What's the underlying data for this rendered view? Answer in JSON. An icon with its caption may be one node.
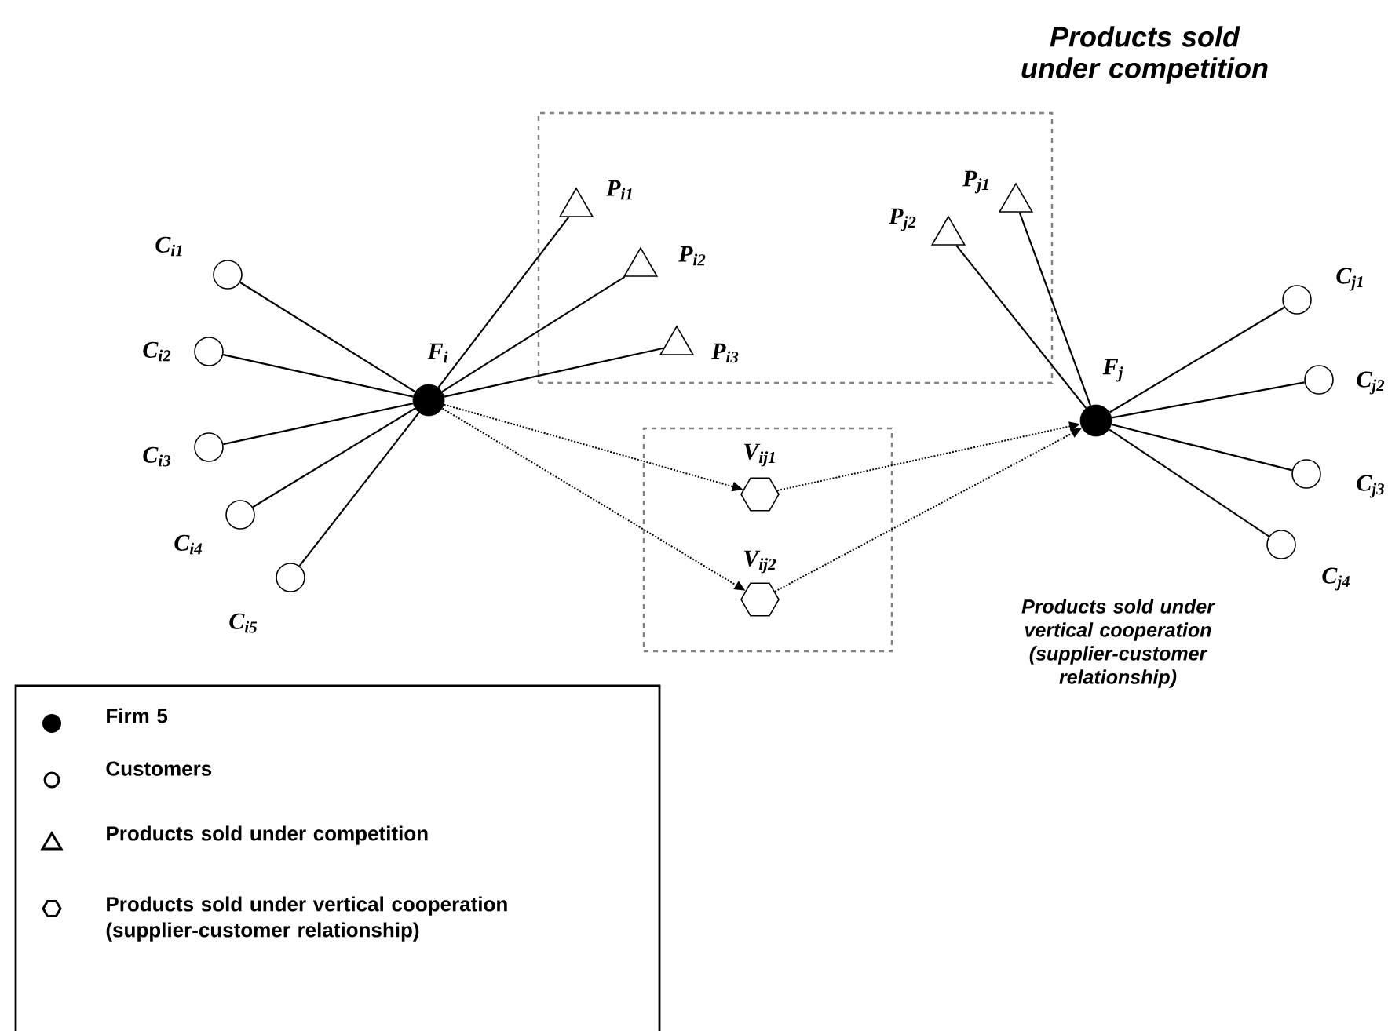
{
  "diagram": {
    "nodes": [
      {
        "text": [
          "Products sold under competition"
        ]
      },
      {
        "text": [],
        "shape": "box"
      },
      {
        "text": [
          "F$_{i}$"
        ]
      },
      {
        "text": [
          "C$_{i1}$"
        ]
      },
      {
        "text": [
          "C$_{i2}$"
        ]
      },
      {
        "text": [
          "C$_{i3}$"
        ]
      },
      {
        "text": [
          "C$_{i4}$"
        ]
      },
      {
        "text": [
          "C$_{i5}$"
        ]
      },
      {
        "text": [
          "P$_{i1}$"
        ],
        "in": 0
      },
      {
        "text": [
          "P$_{i2}$"
        ],
        "in": 0
      },
      {
        "text": [
          "P$_{i3}$"
        ],
        "in": 0
      },
      {
        "text": [
          "P$_{j1}$"
        ],
        "in": 0
      },
      {
        "text": [
          "P$_{j2}$"
        ],
        "in": 0
      },
      {
        "text": [
          "V$_{ij1}$"
        ],
        "in": 1
      },
      {
        "text": [
          "V$_{ij2}$"
        ],
        "in": 1
      },
      {
        "text": [
          "F$_{j}$"
        ]
      },
      {
        "text": [
          "C$_{j1}$"
        ]
      },
      {
        "text": [
          "C$_{j2}$"
        ]
      },
      {
        "text": [
          "C$_{j3}$"
        ]
      },
      {
        "text": [
          "C$_{j4}$"
        ]
      }
    ],
    "edges": [
      {
        "from": 2,
        "to": 3,
        "arrow": "none"
      },
      {
        "from": 2,
        "to": 4,
        "arrow": "none"
      },
      {
        "from": 2,
        "to": 5,
        "arrow": "none"
      },
      {
        "from": 2,
        "to": 6,
        "arrow": "none"
      },
      {
        "from": 2,
        "to": 7,
        "arrow": "none"
      },
      {
        "from": 2,
        "to": 8,
        "arrow": "none"
      },
      {
        "from": 2,
        "to": 9,
        "arrow": "none"
      },
      {
        "from": 2,
        "to": 10,
        "arrow": "none"
      },
      {
        "from": 2,
        "to": 13,
        "arrow": "to",
        "style": "dashed"
      },
      {
        "from": 2,
        "to": 14,
        "arrow": "to",
        "style": "dashed"
      },
      {
        "from": 13,
        "to": 15,
        "arrow": "to",
        "style": "dashed"
      },
      {
        "from": 14,
        "to": 15,
        "arrow": "to",
        "style": "dashed"
      },
      {
        "from": 15,
        "to": 11,
        "arrow": "none"
      },
      {
        "from": 15,
        "to": 12,
        "arrow": "none"
      },
      {
        "from": 15,
        "to": 16,
        "arrow": "none"
      },
      {
        "from": 15,
        "to": 17,
        "arrow": "none"
      },
      {
        "from": 15,
        "to": 18,
        "arrow": "none"
      },
      {
        "from": 15,
        "to": 19,
        "arrow": "none"
      }
    ],
    "labels": [
      "Products sold under vertical cooperation (supplier-customer relationship)"
    ],
    "legend": [
      {
        "text": "Firm 5"
      },
      {
        "text": "Customers"
      },
      {
        "text": "Products sold under competition"
      },
      {
        "text": "Products sold under vertical cooperation (supplier-customer relationship)"
      }
    ]
  }
}
